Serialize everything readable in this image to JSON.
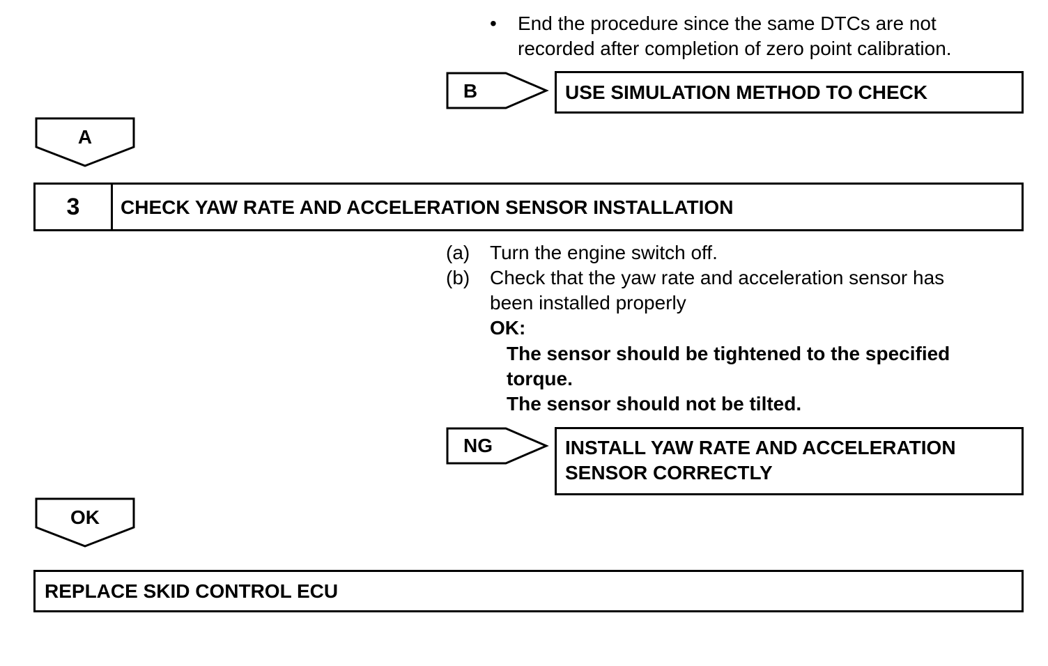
{
  "intro": {
    "bullet": "•",
    "lines": [
      "End the procedure since the same DTCs are not",
      "recorded after completion of zero point calibration."
    ]
  },
  "branch_b": {
    "tag": "B",
    "result": "USE SIMULATION METHOD TO CHECK"
  },
  "arrow_a": {
    "label": "A"
  },
  "step3": {
    "number": "3",
    "title": "CHECK YAW RATE AND ACCELERATION SENSOR INSTALLATION",
    "instructions": [
      {
        "marker": "(a)",
        "lines": [
          "Turn the engine switch off."
        ]
      },
      {
        "marker": "(b)",
        "lines": [
          "Check that the yaw rate and acceleration sensor has",
          "been installed properly"
        ]
      }
    ],
    "ok_label": "OK:",
    "ok_lines": [
      "The sensor should be tightened to the specified",
      "torque.",
      "The sensor should not be tilted."
    ]
  },
  "branch_ng": {
    "tag": "NG",
    "result_lines": [
      "INSTALL YAW RATE AND ACCELERATION",
      "SENSOR CORRECTLY"
    ]
  },
  "arrow_ok": {
    "label": "OK"
  },
  "final": {
    "text": "REPLACE SKID CONTROL ECU"
  }
}
